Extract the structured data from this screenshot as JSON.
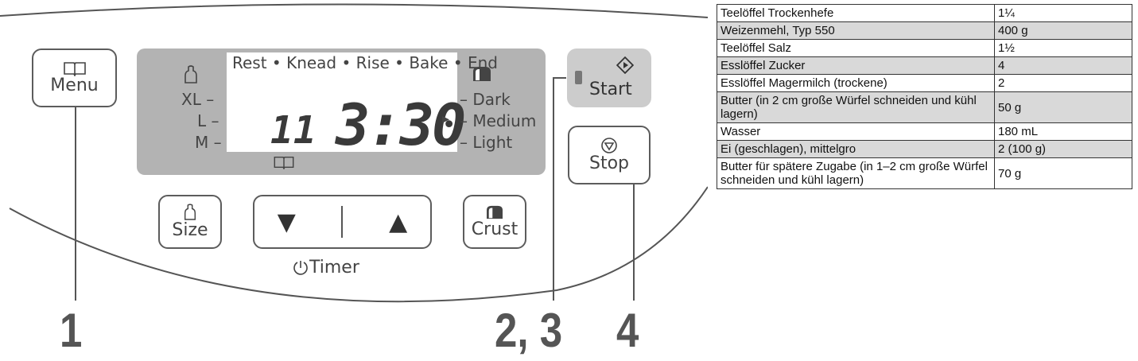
{
  "panel": {
    "menu_label": "Menu",
    "size_label": "Size",
    "crust_label": "Crust",
    "start_label": "Start",
    "stop_label": "Stop",
    "timer_label": "Timer",
    "down_symbol": "▼",
    "up_symbol": "▲",
    "lcd": {
      "stages": "Rest • Knead • Rise • Bake • End",
      "sizes": [
        "XL –",
        "L –",
        "M –"
      ],
      "crust_levels": [
        "– Dark",
        "– Medium",
        "– Light"
      ],
      "menu_number": "11",
      "time": "3:30",
      "indicator": "▸"
    },
    "callouts": [
      "1",
      "2, 3",
      "4"
    ]
  },
  "ingredients_table": {
    "rows": [
      {
        "item": "Teelöffel Trockenhefe",
        "amount": "1¼"
      },
      {
        "item": "Weizenmehl, Typ 550",
        "amount": "400 g"
      },
      {
        "item": "Teelöffel Salz",
        "amount": "1½"
      },
      {
        "item": "Esslöffel Zucker",
        "amount": "4"
      },
      {
        "item": "Esslöffel Magermilch (trockene)",
        "amount": "2"
      },
      {
        "item": "Butter (in 2 cm große Würfel schneiden und kühl lagern)",
        "amount": "50 g"
      },
      {
        "item": "Wasser",
        "amount": "180 mL"
      },
      {
        "item": "Ei (geschlagen), mittelgro",
        "amount": "2 (100 g)"
      },
      {
        "item": "Butter für spätere Zugabe (in 1–2 cm große Würfel schneiden und kühl lagern)",
        "amount": "70 g"
      }
    ]
  },
  "colors": {
    "lcd_background": "#b3b3b3",
    "start_background": "#cccccc",
    "row_shade": "#d9d9d9"
  }
}
